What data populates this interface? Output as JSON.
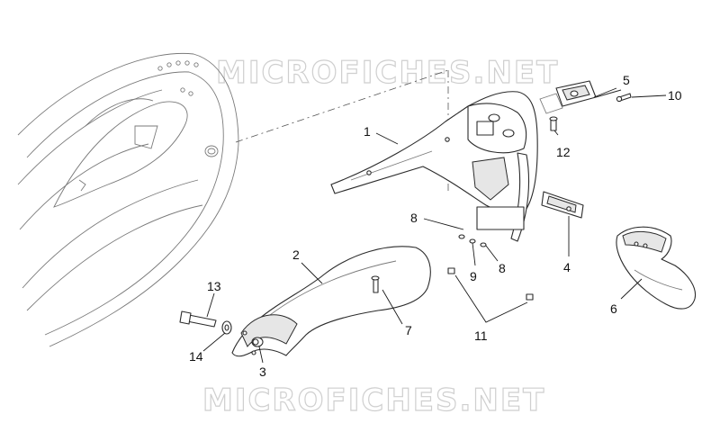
{
  "watermark_top": "MICROFICHES.NET",
  "watermark_bottom": "MICROFICHES.NET",
  "callouts": {
    "c1": "1",
    "c2": "2",
    "c3": "3",
    "c4": "4",
    "c5": "5",
    "c6": "6",
    "c7": "7",
    "c8a": "8",
    "c8b": "8",
    "c9": "9",
    "c10": "10",
    "c11": "11",
    "c12": "12",
    "c13": "13",
    "c14": "14"
  }
}
